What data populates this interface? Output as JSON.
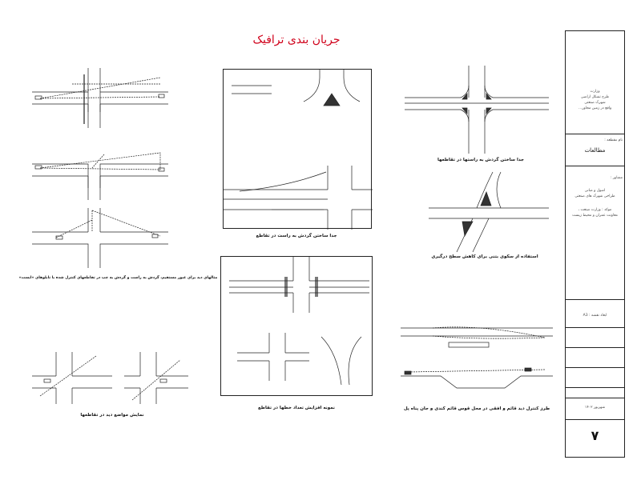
{
  "title": "جریان بندی ترافیک",
  "captions": {
    "left_top": "مثالهای دید برای عبور مستقیم، گردش به راست و گردش به چپ در تقاطعهای کنترل شده با تابلوهای «ایست»",
    "left_bottom": "نمایش مواضع دید در تقاطعها",
    "mid_top": "جدا ساختن گردش به راست در تقاطع",
    "mid_bottom": "نمونه افزایش تعداد خطها در تقاطع",
    "right_top": "جدا ساختن گردش به راستها در تقاطعها",
    "right_mid_1": "استفاده از سکوی بتنی برای کاهش سطح درگیری",
    "right_mid_2": "",
    "right_bottom": "طرز کنترل دید قائم و افقی در محل قوس قائم کندی و جان پناه پل"
  },
  "title_block": {
    "org_lines": [
      "وزارت",
      "طرح تشکل اراضی",
      "شهرک صنعتی",
      "واقع در زمین مجاور…"
    ],
    "name_label": "نام مقطعه :",
    "name_value": "مطالعات",
    "advisor_label": "مشاور :",
    "advisor_lines": [
      "اصول و مبانی",
      "طراحی شهرک های صنعتی"
    ],
    "client_lines": [
      "موکد : وزارت صنعت ،",
      "معاونت عمران و محیط زیست"
    ],
    "sheet_size": "ابعاد نقشه : A3",
    "date": "شهریور ۱۴۰۲",
    "sheet_number": "۷"
  }
}
